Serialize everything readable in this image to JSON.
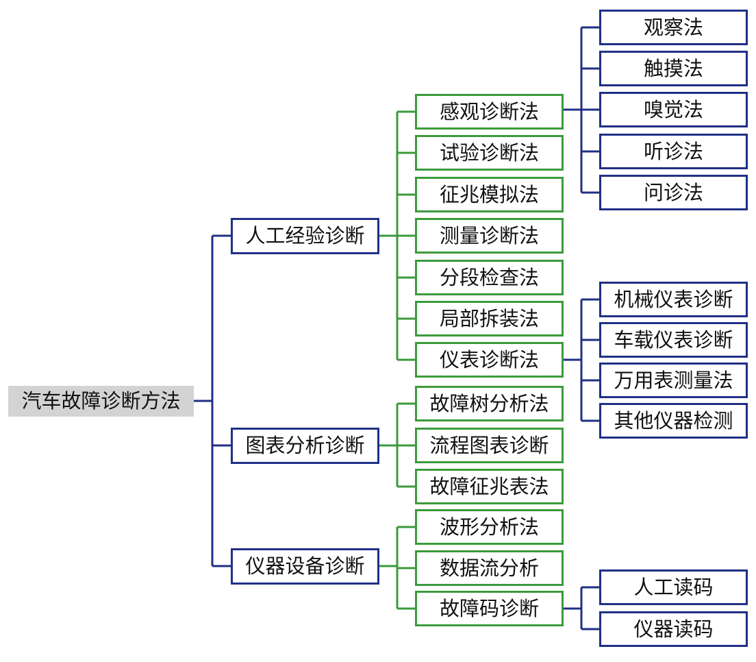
{
  "root": "汽车故障诊断方法",
  "categories": [
    {
      "label": "人工经验诊断",
      "methods": [
        {
          "label": "感观诊断法",
          "sub": [
            "观察法",
            "触摸法",
            "嗅觉法",
            "听诊法",
            "问诊法"
          ]
        },
        {
          "label": "试验诊断法"
        },
        {
          "label": "征兆模拟法"
        },
        {
          "label": "测量诊断法"
        },
        {
          "label": "分段检查法"
        },
        {
          "label": "局部拆装法"
        },
        {
          "label": "仪表诊断法",
          "sub": [
            "机械仪表诊断",
            "车载仪表诊断",
            "万用表测量法",
            "其他仪器检测"
          ]
        }
      ]
    },
    {
      "label": "图表分析诊断",
      "methods": [
        {
          "label": "故障树分析法"
        },
        {
          "label": "流程图表诊断"
        },
        {
          "label": "故障征兆表法"
        }
      ]
    },
    {
      "label": "仪器设备诊断",
      "methods": [
        {
          "label": "波形分析法"
        },
        {
          "label": "数据流分析"
        },
        {
          "label": "故障码诊断",
          "sub": [
            "人工读码",
            "仪器读码"
          ]
        }
      ]
    }
  ],
  "colors": {
    "blue": "#1f2f86",
    "green": "#3b9a3b",
    "root_bg": "#d3d3d3"
  }
}
